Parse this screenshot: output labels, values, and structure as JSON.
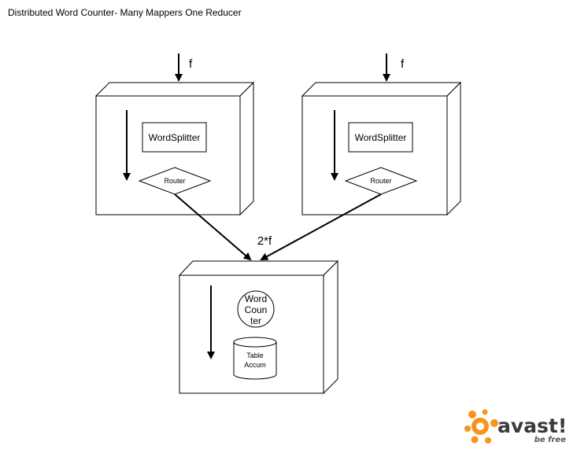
{
  "title": "Distributed Word Counter- Many Mappers One Reducer",
  "input_label_left": "f",
  "input_label_right": "f",
  "merge_label": "2*f",
  "mapper_left": {
    "splitter": "WordSplitter",
    "router": "Router"
  },
  "mapper_right": {
    "splitter": "WordSplitter",
    "router": "Router"
  },
  "reducer": {
    "counter_lines": [
      "Word",
      "Coun",
      "ter"
    ],
    "table_lines": [
      "Table",
      "Accum"
    ]
  },
  "logo": {
    "name": "avast!",
    "tagline": "be free",
    "accent": "#f7941d"
  }
}
